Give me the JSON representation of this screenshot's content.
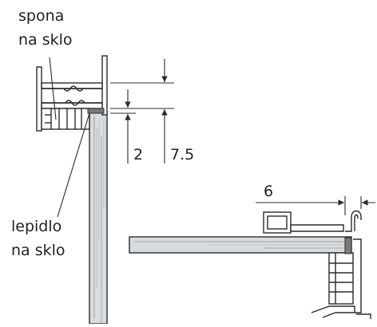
{
  "labels": {
    "clip_line1": "spona",
    "clip_line2": "na sklo",
    "adhesive_line1": "lepidlo",
    "adhesive_line2": "na sklo"
  },
  "dimensions": {
    "gap": "2",
    "height": "7.5",
    "overlap": "6"
  },
  "colors": {
    "stroke": "#2b2b2b",
    "glass": "#d6d9dc",
    "glass_edge": "#9a9ea3",
    "sealant": "#7a7a7a",
    "paper": "#ffffff"
  }
}
